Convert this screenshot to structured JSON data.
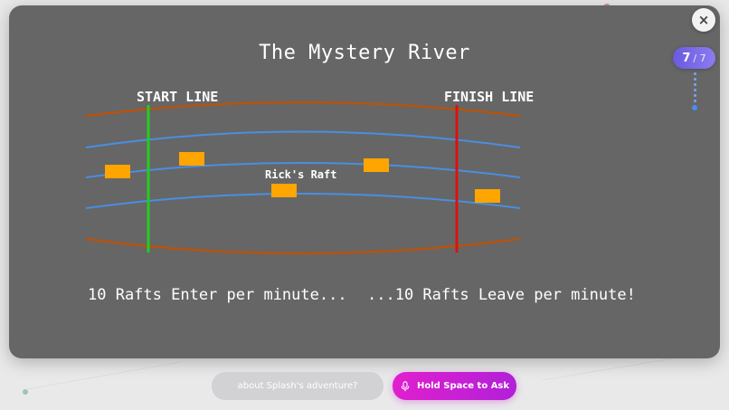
{
  "window": {
    "close_label": "×"
  },
  "slide": {
    "title": "The Mystery River",
    "start_label": "START LINE",
    "finish_label": "FINISH LINE",
    "raft_label": "Rick's Raft",
    "caption_left": "10 Rafts Enter per minute...",
    "caption_right": "...10 Rafts Leave per minute!"
  },
  "progress": {
    "current": "7",
    "separator_total": "/ 7",
    "value": 7,
    "total": 7
  },
  "ask": {
    "placeholder": "about Splash's adventure?",
    "button_label": "Hold Space to Ask"
  },
  "icons": {
    "close": "close-icon",
    "mic": "microphone-icon"
  },
  "colors": {
    "panel_bg": "#666666",
    "river_bank": "#b5530f",
    "river_current": "#4a8ee0",
    "start_line": "#22cc22",
    "finish_line": "#dd1111",
    "raft": "#ffa500",
    "ask_button": "#d620d0",
    "progress_pill": "#6a5ae0"
  }
}
